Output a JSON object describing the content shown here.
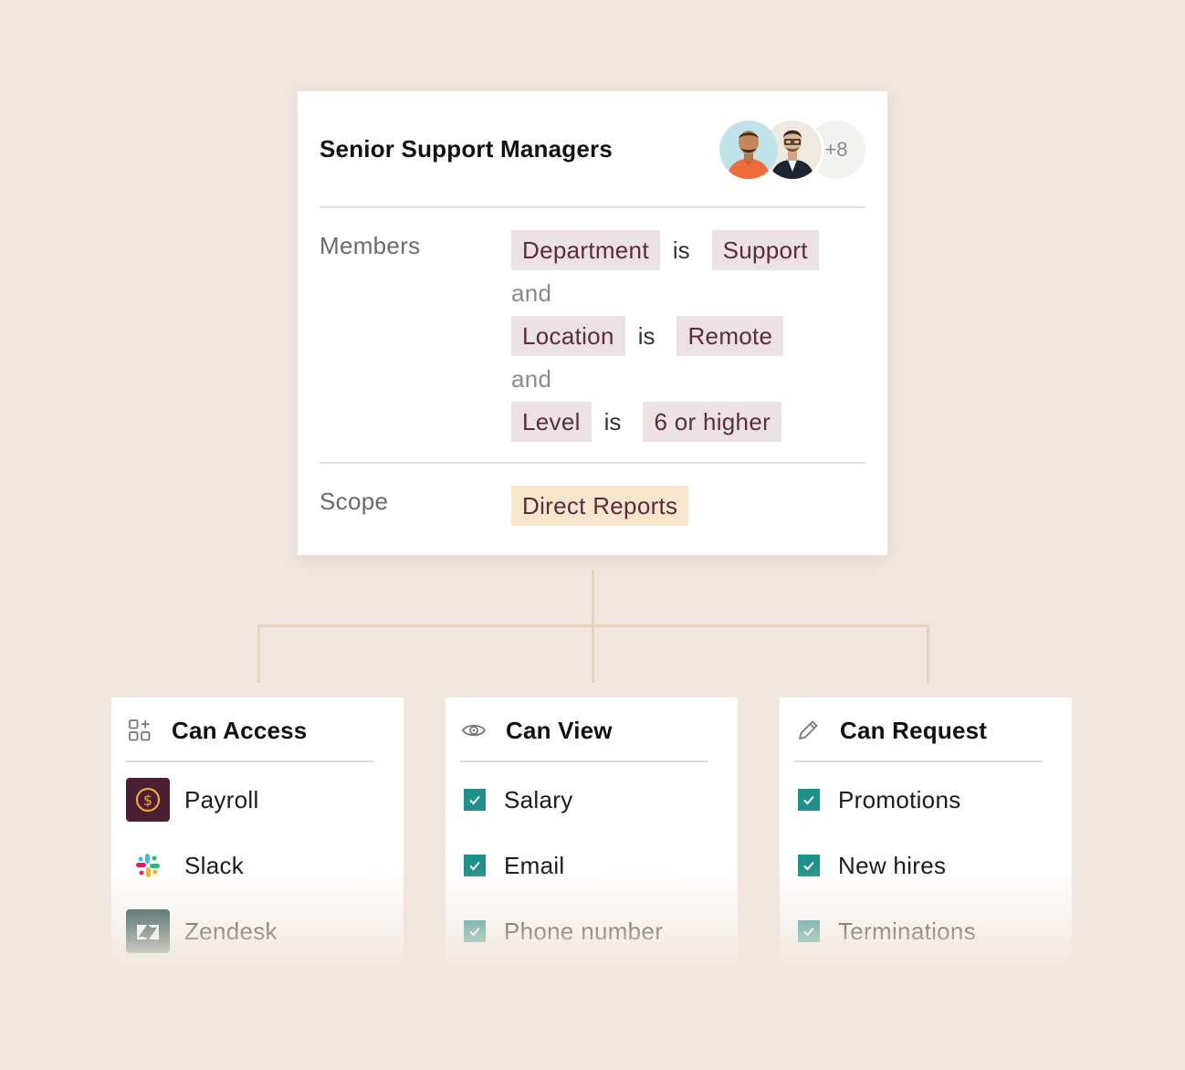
{
  "group": {
    "title": "Senior Support Managers",
    "more_count": "+8",
    "members_label": "Members",
    "rules": [
      {
        "field": "Department",
        "operator": "is",
        "value": "Support"
      },
      {
        "field": "Location",
        "operator": "is",
        "value": "Remote"
      },
      {
        "field": "Level",
        "operator": "is",
        "value": "6 or higher"
      }
    ],
    "conjunction": "and",
    "scope_label": "Scope",
    "scope_value": "Direct Reports"
  },
  "permissions": [
    {
      "title": "Can Access",
      "icon": "app-grid-icon",
      "items": [
        {
          "label": "Payroll",
          "icon": "payroll-icon"
        },
        {
          "label": "Slack",
          "icon": "slack-icon"
        },
        {
          "label": "Zendesk",
          "icon": "zendesk-icon"
        }
      ]
    },
    {
      "title": "Can View",
      "icon": "eye-icon",
      "items": [
        {
          "label": "Salary",
          "checked": true
        },
        {
          "label": "Email",
          "checked": true
        },
        {
          "label": "Phone number",
          "checked": true
        }
      ]
    },
    {
      "title": "Can Request",
      "icon": "pencil-icon",
      "items": [
        {
          "label": "Promotions",
          "checked": true
        },
        {
          "label": "New hires",
          "checked": true
        },
        {
          "label": "Terminations",
          "checked": true
        }
      ]
    }
  ],
  "colors": {
    "background": "#f0e6dd",
    "chip": "#ece1e3",
    "chip_text": "#5a2c3c",
    "scope_chip": "#f7e6cc",
    "checkbox": "#1f8f8a",
    "connector": "#e4d3bf",
    "payroll_tile": "#4a1f33"
  }
}
